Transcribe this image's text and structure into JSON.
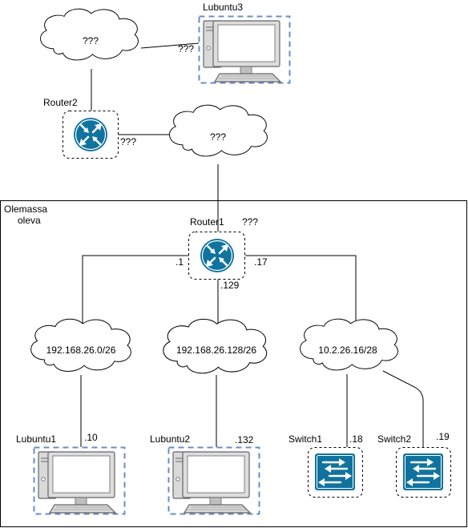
{
  "region": {
    "label_line1": "Olemassa",
    "label_line2": "oleva"
  },
  "clouds": {
    "top_left": "???",
    "middle": "???",
    "net_a": "192.168.26.0/26",
    "net_b": "192.168.26.128/26",
    "net_c": "10.2.26.16/28"
  },
  "devices": {
    "lubuntu3": "Lubuntu3",
    "router2": "Router2",
    "router1": "Router1",
    "lubuntu1": "Lubuntu1",
    "lubuntu2": "Lubuntu2",
    "switch1": "Switch1",
    "switch2": "Switch2"
  },
  "addresses": {
    "lubuntu3_link": "???",
    "router2_link": "???",
    "router1_upstream": "???",
    "router1_if_a": ".1",
    "router1_if_b": ".129",
    "router1_if_c": ".17",
    "lubuntu1": ".10",
    "lubuntu2": ".132",
    "switch1": ".18",
    "switch2": ".19"
  },
  "colors": {
    "device_border": "#6c8ebf",
    "icon_fill": "#10739e",
    "screen_fill": "#dae8fc",
    "line": "#000000"
  }
}
